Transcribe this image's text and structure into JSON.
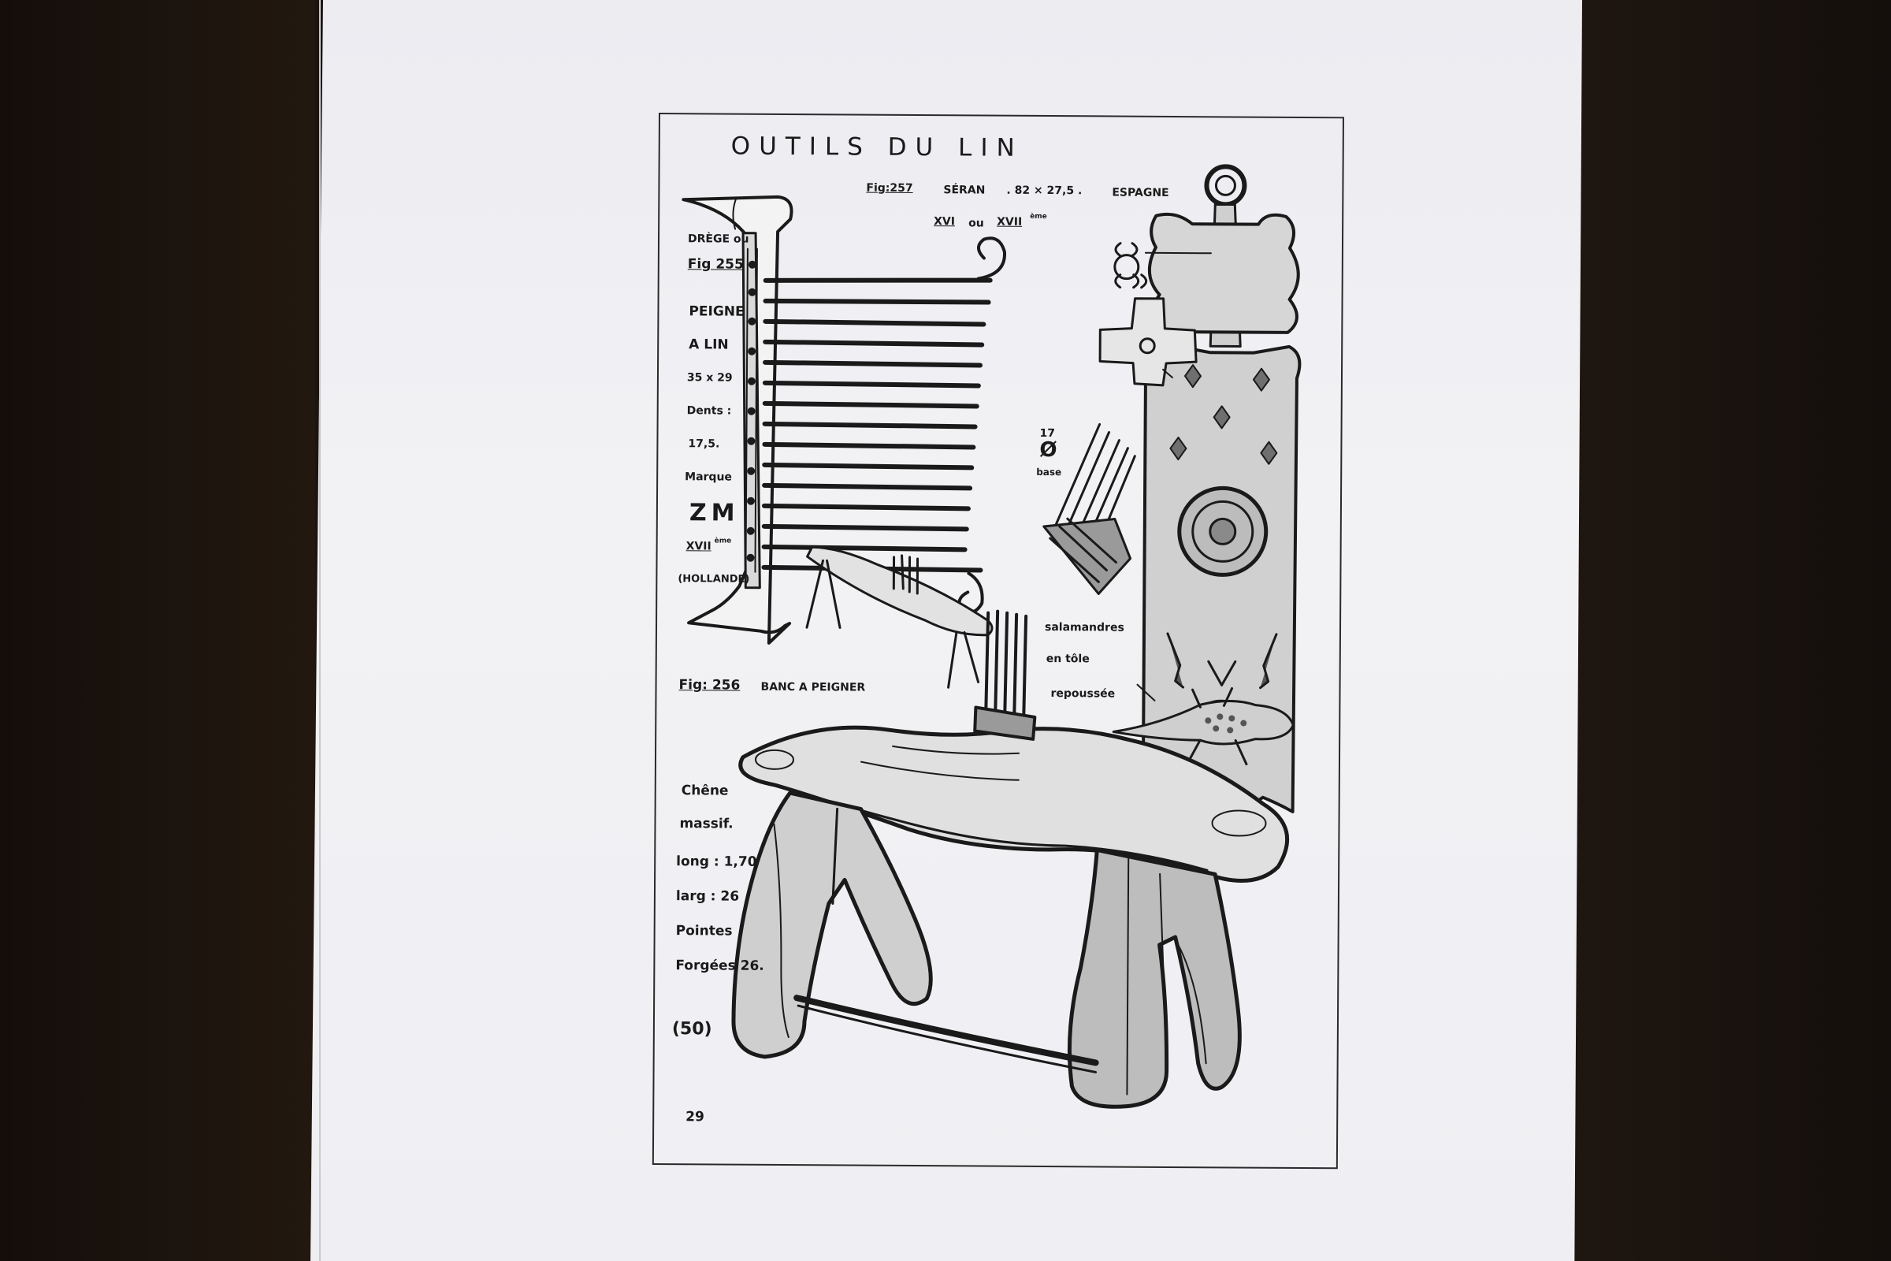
{
  "plate": {
    "title": "OUTILS  DU  LIN",
    "fig257": {
      "ref": "Fig:257",
      "name": "SÉRAN",
      "dims": ". 82 × 27,5 .",
      "country": "ESPAGNE",
      "century_a": "XVI",
      "century_sep": "ou",
      "century_b": "XVII",
      "century_suffix": "ème"
    },
    "fig255": {
      "line1": "DRÈGE ou",
      "ref": "Fig 255",
      "line3": "PEIGNE",
      "line4": "A LIN",
      "dims": "35 x 29",
      "line6": "Dents :",
      "line7": "17,5.",
      "line8": "Marque",
      "mark": "ZM",
      "century": "XVII",
      "century_suffix": "ème",
      "origin": "(HOLLANDE)"
    },
    "base_note": {
      "value": "17",
      "symbol": "Ø",
      "label": "base"
    },
    "salamander_note": {
      "line1": "salamandres",
      "line2": "en tôle",
      "line3": "repoussée"
    },
    "fig256": {
      "ref": "Fig: 256",
      "name": "BANC A PEIGNER"
    },
    "bench_note": {
      "line1": "Chêne",
      "line2": "massif.",
      "line3": "long : 1,70",
      "line4": "larg : 26",
      "line5": "Pointes",
      "line6": "Forgées 26."
    },
    "plate_number": "(50)",
    "page_number": "29"
  },
  "colors": {
    "desk": "#1c1410",
    "paper": "#eeeef2",
    "ink": "#1a1a1a"
  }
}
